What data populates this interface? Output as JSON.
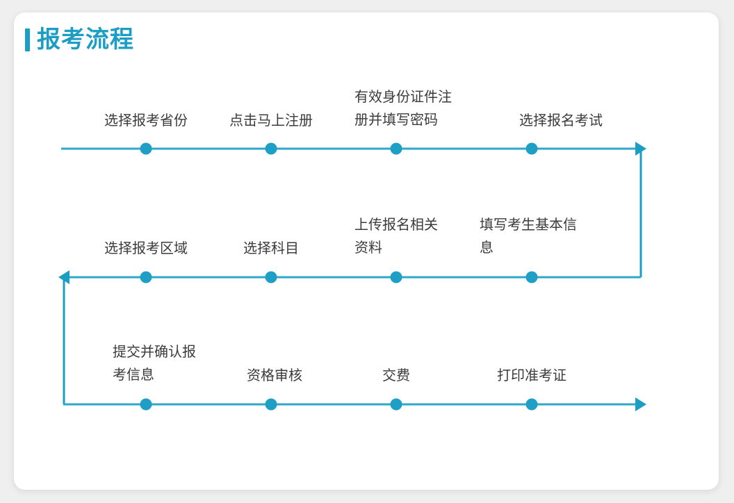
{
  "card": {
    "title": "报考流程",
    "accent_color": "#1b9dc4",
    "background_color": "#ffffff",
    "page_background_color": "#efeff0"
  },
  "flow": {
    "line_color": "#1b9dc4",
    "dot_color": "#1b9dc4",
    "rows": [
      {
        "direction": "left-to-right",
        "steps": [
          {
            "label": "选择报考省份",
            "align": "center",
            "lines": 1
          },
          {
            "label": "点击马上注册",
            "align": "center",
            "lines": 1
          },
          {
            "label": "有效身份证件注\n册并填写密码",
            "align": "left",
            "lines": 2
          },
          {
            "label": "选择报名考试",
            "align": "center",
            "lines": 1
          }
        ]
      },
      {
        "direction": "right-to-left",
        "steps": [
          {
            "label": "选择报考区域",
            "align": "center",
            "lines": 1
          },
          {
            "label": "选择科目",
            "align": "center",
            "lines": 1
          },
          {
            "label": "上传报名相关\n资料",
            "align": "left",
            "lines": 2
          },
          {
            "label": "填写考生基本信\n息",
            "align": "left",
            "lines": 2
          }
        ]
      },
      {
        "direction": "left-to-right",
        "steps": [
          {
            "label": "提交并确认报\n考信息",
            "align": "left",
            "lines": 2
          },
          {
            "label": "资格审核",
            "align": "center",
            "lines": 1
          },
          {
            "label": "交费",
            "align": "center",
            "lines": 1
          },
          {
            "label": "打印准考证",
            "align": "center",
            "lines": 1
          }
        ]
      }
    ]
  }
}
